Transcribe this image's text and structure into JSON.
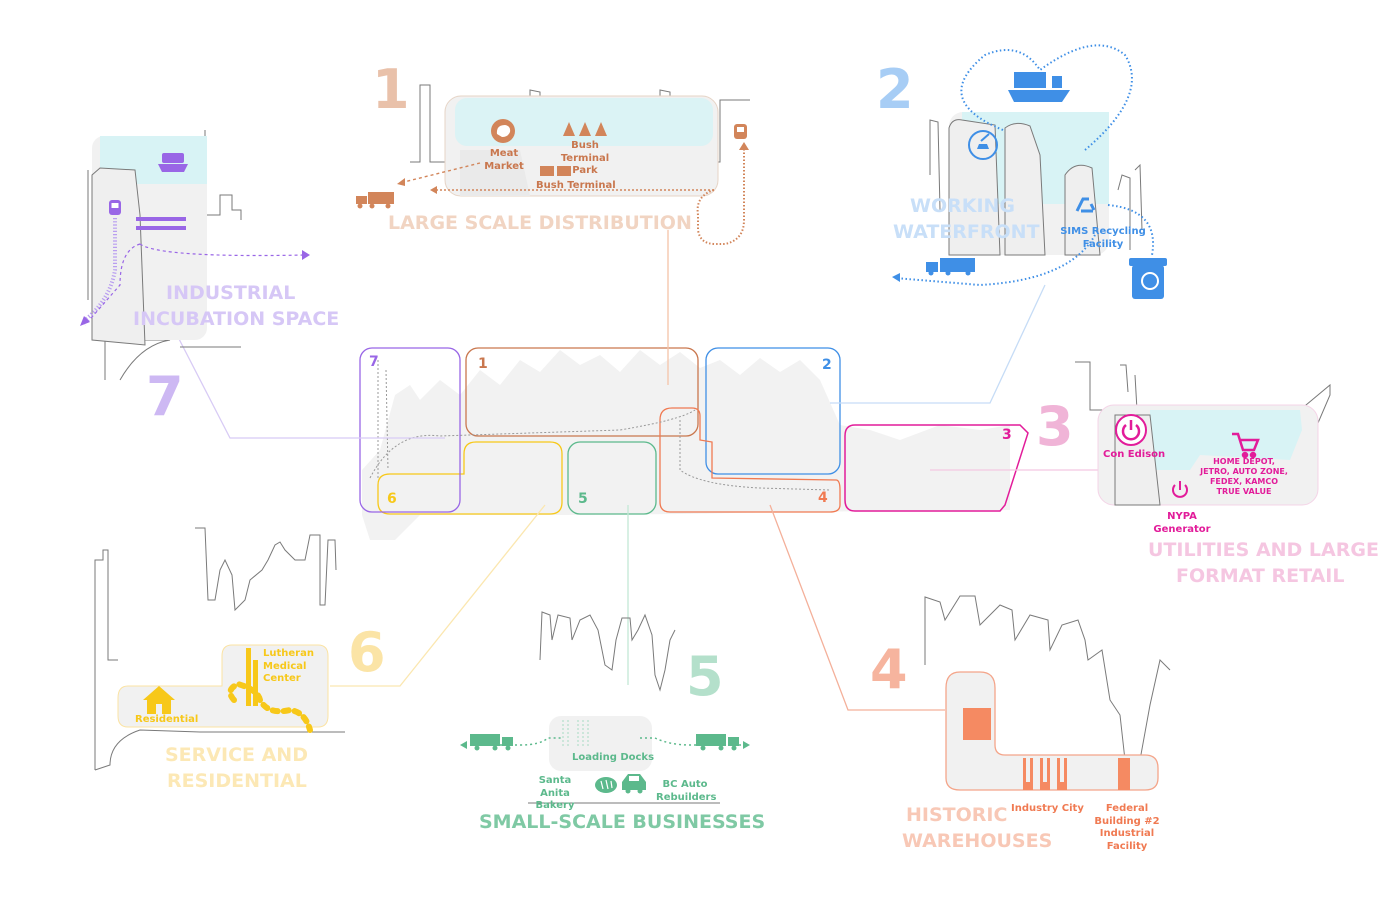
{
  "colors": {
    "c1": "#e0a583",
    "c1dark": "#c9774e",
    "c2": "#9ec7f3",
    "c2dark": "#3f8fe6",
    "c3": "#f0a9d4",
    "c3dark": "#e21c9a",
    "c4": "#f4a58a",
    "c4dark": "#f07a52",
    "c5": "#a8dcc3",
    "c5dark": "#5cb98c",
    "c6": "#fbe3a3",
    "c6dark": "#f7c81a",
    "c7": "#cbb7f2",
    "c7dark": "#9966e6",
    "silhouette": "#f2f2f2",
    "outline": "#7a7a7a",
    "water": "#d8f3f5"
  },
  "zones": [
    {
      "number": "1",
      "title": "LARGE SCALE DISTRIBUTION",
      "labels": [
        "Meat Market",
        "Bush Terminal Park",
        "Bush Terminal"
      ]
    },
    {
      "number": "2",
      "title_lines": [
        "WORKING",
        "WATERFRONT"
      ],
      "labels": [
        "SIMS Recycling Facility"
      ]
    },
    {
      "number": "3",
      "title_lines": [
        "UTILITIES AND LARGE",
        "FORMAT RETAIL"
      ],
      "labels": [
        "Con Edison",
        "NYPA Generator",
        "HOME DEPOT, JETRO, AUTO ZONE, FEDEX, KAMCO TRUE VALUE"
      ]
    },
    {
      "number": "4",
      "title_lines": [
        "HISTORIC",
        "WAREHOUSES"
      ],
      "labels": [
        "Industry City",
        "Federal Building #2 Industrial Facility"
      ]
    },
    {
      "number": "5",
      "title": "SMALL-SCALE BUSINESSES",
      "labels": [
        "Loading Docks",
        "Santa Anita Bakery",
        "BC Auto Rebuilders"
      ]
    },
    {
      "number": "6",
      "title_lines": [
        "SERVICE AND",
        "RESIDENTIAL"
      ],
      "labels": [
        "Lutheran Medical Center",
        "Residential"
      ]
    },
    {
      "number": "7",
      "title_lines": [
        "INDUSTRIAL",
        "INCUBATION SPACE"
      ],
      "labels": []
    }
  ],
  "icons": {
    "z1": [
      "meat-market-icon",
      "trees-icon",
      "warehouse-icon",
      "truck-icon",
      "train-icon"
    ],
    "z2": [
      "cargo-ship-icon",
      "crane-car-icon",
      "recycling-icon",
      "recycling-bin-icon",
      "truck-icon"
    ],
    "z3": [
      "power-icon",
      "shopping-cart-icon"
    ],
    "z5": [
      "truck-icon",
      "bread-icon",
      "car-icon"
    ],
    "z6": [
      "house-icon",
      "hospital-icon"
    ],
    "z7": [
      "ferry-icon",
      "train-icon"
    ]
  }
}
